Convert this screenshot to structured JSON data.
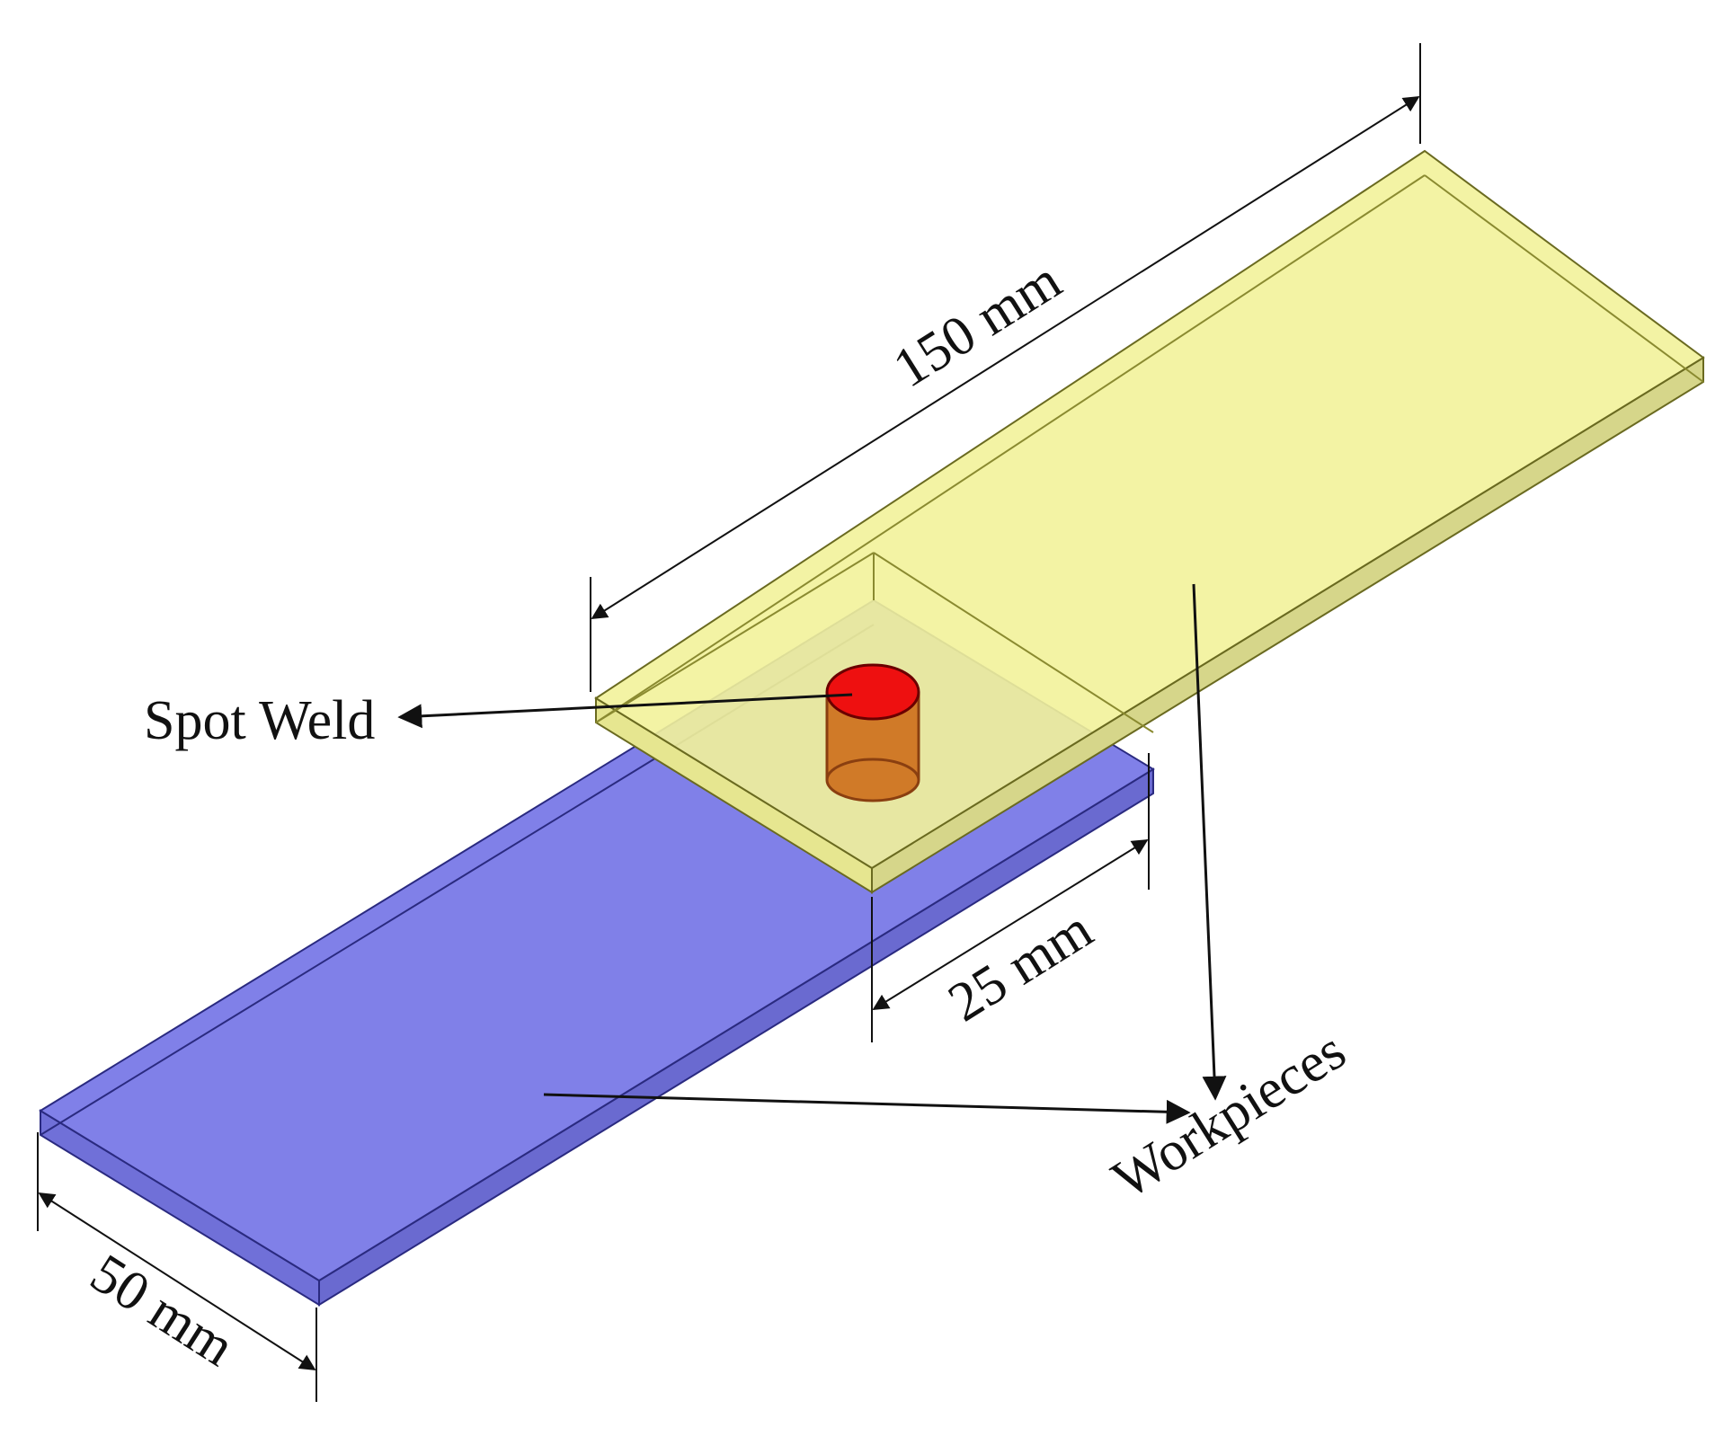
{
  "labels": {
    "length_150": "150 mm",
    "overlap_25": "25 mm",
    "width_50": "50 mm",
    "spot_weld": "Spot Weld",
    "workpieces": "Workpieces"
  },
  "colors": {
    "lower_plate_top": "#8080e8",
    "lower_plate_side": "#6a6ad0",
    "upper_plate_top": "#f2f29a",
    "upper_plate_side": "#d6d68a",
    "weld_top": "#ee1010",
    "weld_body": "#d07a28",
    "annotation": "#111111"
  },
  "icons": {
    "dimension_arrow": "double-headed-arrow",
    "callout_arrow": "single-headed-arrow"
  }
}
